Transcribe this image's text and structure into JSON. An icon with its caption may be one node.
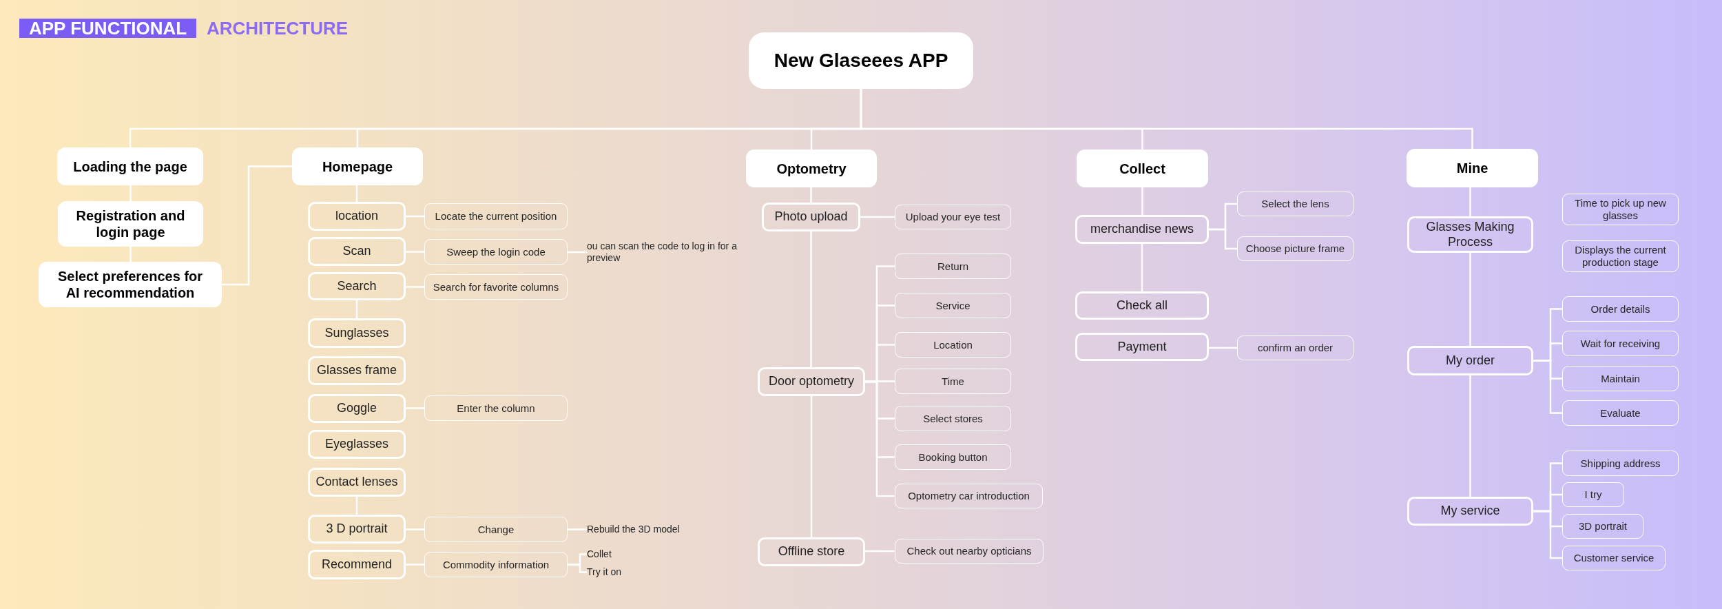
{
  "diagram": {
    "title": "APP FUNCTIONAL",
    "nodes": [
      {
        "text": [
          "New Glaseees APP"
        ]
      },
      {
        "text": [
          "Loading the page"
        ]
      },
      {
        "text": [
          "Registration and login page"
        ]
      },
      {
        "text": [
          "Select preferences for AI recommendation"
        ]
      },
      {
        "text": [
          "Homepage"
        ]
      },
      {
        "text": [
          "location"
        ]
      },
      {
        "text": [
          "Locate the current position"
        ]
      },
      {
        "text": [
          "Scan"
        ]
      },
      {
        "text": [
          "Sweep the login code"
        ]
      },
      {
        "text": [
          "ou can scan the code to log in for a preview"
        ]
      },
      {
        "text": [
          "Search"
        ]
      },
      {
        "text": [
          "Search for favorite columns"
        ]
      },
      {
        "text": [
          "Sunglasses"
        ]
      },
      {
        "text": [
          "Glasses frame"
        ]
      },
      {
        "text": [
          "Goggle"
        ]
      },
      {
        "text": [
          "Enter the column"
        ]
      },
      {
        "text": [
          "Eyeglasses"
        ]
      },
      {
        "text": [
          "Contact lenses"
        ]
      },
      {
        "text": [
          "3 D portrait"
        ]
      },
      {
        "text": [
          "Change"
        ]
      },
      {
        "text": [
          "Rebuild the 3D model"
        ]
      },
      {
        "text": [
          "Recommend"
        ]
      },
      {
        "text": [
          "Commodity information"
        ]
      },
      {
        "text": [
          "Collet"
        ]
      },
      {
        "text": [
          "Try it on"
        ]
      },
      {
        "text": [
          "Optometry"
        ]
      },
      {
        "text": [
          "Photo upload"
        ]
      },
      {
        "text": [
          "Upload your eye test"
        ]
      },
      {
        "text": [
          "Door optometry"
        ]
      },
      {
        "text": [
          "Return"
        ]
      },
      {
        "text": [
          "Service"
        ]
      },
      {
        "text": [
          "Location"
        ]
      },
      {
        "text": [
          "Time"
        ]
      },
      {
        "text": [
          "Select stores"
        ]
      },
      {
        "text": [
          "Booking button"
        ]
      },
      {
        "text": [
          "Optometry car introduction"
        ]
      },
      {
        "text": [
          "Offline store"
        ]
      },
      {
        "text": [
          "Check out nearby opticians"
        ]
      },
      {
        "text": [
          "Collect"
        ]
      },
      {
        "text": [
          "merchandise news"
        ]
      },
      {
        "text": [
          "Select the lens"
        ]
      },
      {
        "text": [
          "Choose picture frame"
        ]
      },
      {
        "text": [
          "Check all"
        ]
      },
      {
        "text": [
          "Payment"
        ]
      },
      {
        "text": [
          "confirm an order"
        ]
      },
      {
        "text": [
          "Mine"
        ]
      },
      {
        "text": [
          "Glasses Making Process"
        ]
      },
      {
        "text": [
          "Time to pick up new glasses"
        ]
      },
      {
        "text": [
          "Displays the current production stage"
        ]
      },
      {
        "text": [
          "My order"
        ]
      },
      {
        "text": [
          "Order details"
        ]
      },
      {
        "text": [
          "Wait for receiving"
        ]
      },
      {
        "text": [
          "Maintain"
        ]
      },
      {
        "text": [
          "Evaluate"
        ]
      },
      {
        "text": [
          "My service"
        ]
      },
      {
        "text": [
          "Shipping address"
        ]
      },
      {
        "text": [
          "I try"
        ]
      },
      {
        "text": [
          "3D portrait"
        ]
      },
      {
        "text": [
          "Customer service"
        ]
      }
    ],
    "edges": [
      {
        "from": 0,
        "to": 1,
        "arrow": "none"
      },
      {
        "from": 0,
        "to": 4,
        "arrow": "none"
      },
      {
        "from": 0,
        "to": 25,
        "arrow": "none"
      },
      {
        "from": 0,
        "to": 38,
        "arrow": "none"
      },
      {
        "from": 0,
        "to": 45,
        "arrow": "none"
      },
      {
        "from": 1,
        "to": 2,
        "arrow": "none"
      },
      {
        "from": 2,
        "to": 3,
        "arrow": "none"
      },
      {
        "from": 3,
        "to": 4,
        "arrow": "none"
      },
      {
        "from": 4,
        "to": 5,
        "arrow": "none"
      },
      {
        "from": 5,
        "to": 6,
        "arrow": "none"
      },
      {
        "from": 7,
        "to": 8,
        "arrow": "none"
      },
      {
        "from": 8,
        "to": 9,
        "arrow": "none"
      },
      {
        "from": 10,
        "to": 11,
        "arrow": "none"
      },
      {
        "from": 10,
        "to": 12,
        "arrow": "none"
      },
      {
        "from": 14,
        "to": 15,
        "arrow": "none"
      },
      {
        "from": 17,
        "to": 18,
        "arrow": "none"
      },
      {
        "from": 18,
        "to": 19,
        "arrow": "none"
      },
      {
        "from": 19,
        "to": 20,
        "arrow": "none"
      },
      {
        "from": 21,
        "to": 22,
        "arrow": "none"
      },
      {
        "from": 22,
        "to": 23,
        "arrow": "none"
      },
      {
        "from": 22,
        "to": 24,
        "arrow": "none"
      },
      {
        "from": 25,
        "to": 26,
        "arrow": "none"
      },
      {
        "from": 26,
        "to": 27,
        "arrow": "none"
      },
      {
        "from": 26,
        "to": 28,
        "arrow": "none"
      },
      {
        "from": 28,
        "to": 29,
        "arrow": "none"
      },
      {
        "from": 28,
        "to": 30,
        "arrow": "none"
      },
      {
        "from": 28,
        "to": 31,
        "arrow": "none"
      },
      {
        "from": 28,
        "to": 32,
        "arrow": "none"
      },
      {
        "from": 28,
        "to": 33,
        "arrow": "none"
      },
      {
        "from": 28,
        "to": 34,
        "arrow": "none"
      },
      {
        "from": 28,
        "to": 35,
        "arrow": "none"
      },
      {
        "from": 28,
        "to": 36,
        "arrow": "none"
      },
      {
        "from": 36,
        "to": 37,
        "arrow": "none"
      },
      {
        "from": 38,
        "to": 39,
        "arrow": "none"
      },
      {
        "from": 39,
        "to": 40,
        "arrow": "none"
      },
      {
        "from": 39,
        "to": 41,
        "arrow": "none"
      },
      {
        "from": 39,
        "to": 42,
        "arrow": "none"
      },
      {
        "from": 43,
        "to": 44,
        "arrow": "none"
      },
      {
        "from": 45,
        "to": 46,
        "arrow": "none"
      },
      {
        "from": 46,
        "to": 49,
        "arrow": "none"
      },
      {
        "from": 49,
        "to": 50,
        "arrow": "none"
      },
      {
        "from": 49,
        "to": 51,
        "arrow": "none"
      },
      {
        "from": 49,
        "to": 52,
        "arrow": "none"
      },
      {
        "from": 49,
        "to": 53,
        "arrow": "none"
      },
      {
        "from": 49,
        "to": 54,
        "arrow": "none"
      },
      {
        "from": 54,
        "to": 55,
        "arrow": "none"
      },
      {
        "from": 54,
        "to": 56,
        "arrow": "none"
      },
      {
        "from": 54,
        "to": 57,
        "arrow": "none"
      },
      {
        "from": 54,
        "to": 58,
        "arrow": "none"
      }
    ],
    "labels": [
      "ARCHITECTURE"
    ]
  }
}
